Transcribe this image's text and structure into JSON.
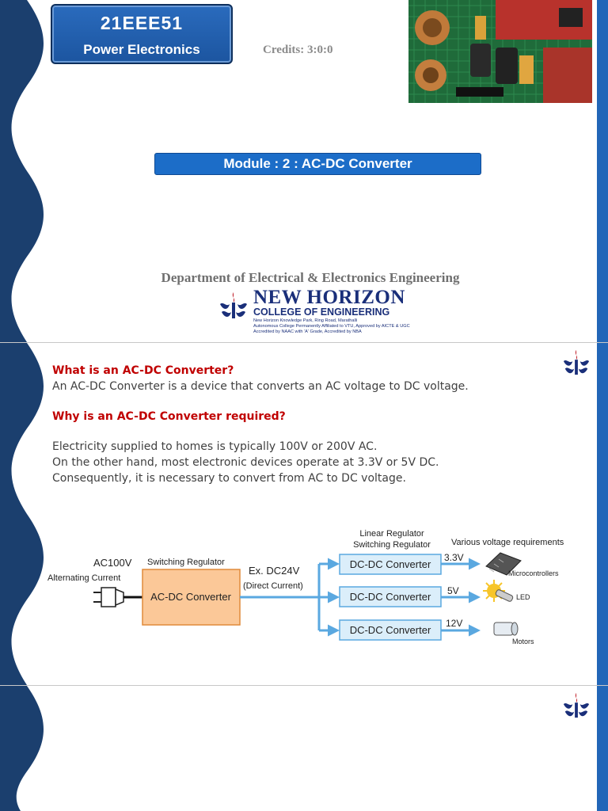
{
  "slide1": {
    "course_code": "21EEE51",
    "course_name": "Power Electronics",
    "credits": "Credits: 3:0:0",
    "module_title": "Module : 2 : AC-DC Converter",
    "department": "Department of Electrical & Electronics Engineering",
    "logo": {
      "name": "NEW HORIZON",
      "subtitle": "COLLEGE OF ENGINEERING",
      "line1": "New Horizon Knowledge Park, Ring Road, Marathalli",
      "line2": "Autonomous College Permanently Affiliated to VTU, Approved by AICTE & UGC",
      "line3": "Accredited by NAAC with 'A' Grade, Accredited by NBA"
    }
  },
  "slide2": {
    "q1": "What is an AC-DC Converter?",
    "a1": "An AC-DC Converter is a device that converts an AC voltage to DC voltage.",
    "q2": "Why is an AC-DC Converter required?",
    "a2_line1": "Electricity supplied to homes is typically 100V or 200V AC.",
    "a2_line2": "On the other hand, most electronic devices operate at 3.3V or 5V DC.",
    "a2_line3": "Consequently, it is necessary to convert from AC to DC voltage.",
    "diagram": {
      "ac_label": "AC100V",
      "ac_sub": "Alternating Current",
      "switching_label": "Switching Regulator",
      "converter_label": "AC-DC Converter",
      "dc_label": "Ex. DC24V",
      "dc_sub": "(Direct Current)",
      "regulator_line1": "Linear Regulator",
      "regulator_line2": "Switching Regulator",
      "requirements": "Various voltage requirements",
      "dcdc_label": "DC-DC Converter",
      "outputs": [
        {
          "voltage": "3.3V",
          "device": "Microcontrollers"
        },
        {
          "voltage": "5V",
          "device": "LED"
        },
        {
          "voltage": "12V",
          "device": "Motors"
        }
      ]
    }
  },
  "colors": {
    "navy": "#1b3f6e",
    "accent_blue": "#1c6dc8",
    "question_red": "#c00000",
    "converter_orange": "#fbc898",
    "dcdc_blue": "#dbeefa",
    "arrow_blue": "#5aa8e0"
  }
}
